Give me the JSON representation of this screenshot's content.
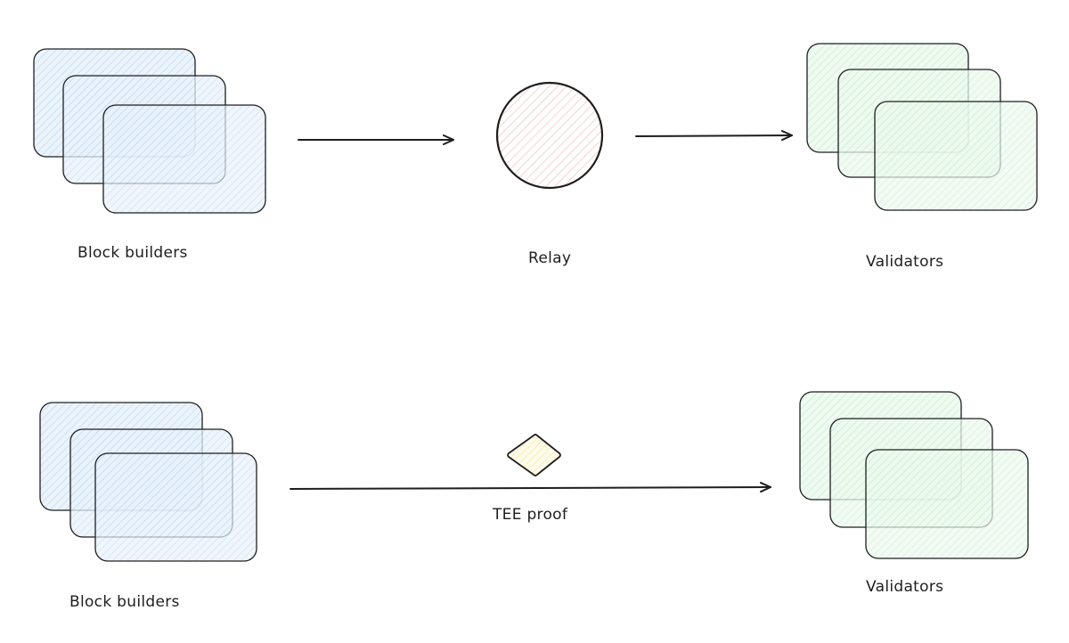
{
  "diagram": {
    "top_row": {
      "builders_label": "Block builders",
      "relay_label": "Relay",
      "validators_label": "Validators"
    },
    "bottom_row": {
      "builders_label": "Block builders",
      "proof_label": "TEE proof",
      "validators_label": "Validators"
    }
  },
  "colors": {
    "builders_fill": "#a5c8ec",
    "validators_fill": "#b2f2bb",
    "relay_fill": "#ffc9c9",
    "proof_fill": "#fff3bf",
    "stroke": "#1e1e1e"
  }
}
